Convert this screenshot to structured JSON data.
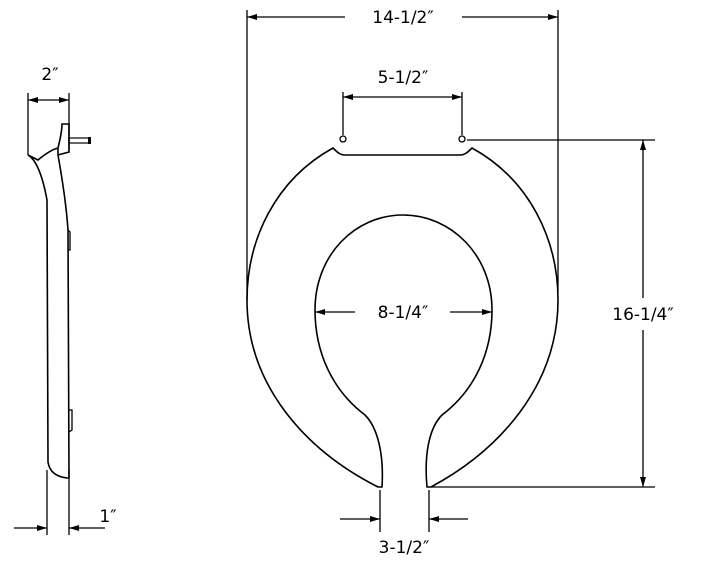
{
  "side_view": {
    "width_label": "2″",
    "thickness_label": "1″"
  },
  "front_view": {
    "overall_width_label": "14-1/2″",
    "hinge_spacing_label": "5-1/2″",
    "opening_width_label": "8-1/4″",
    "overall_length_label": "16-1/4″",
    "front_gap_label": "3-1/2″"
  }
}
